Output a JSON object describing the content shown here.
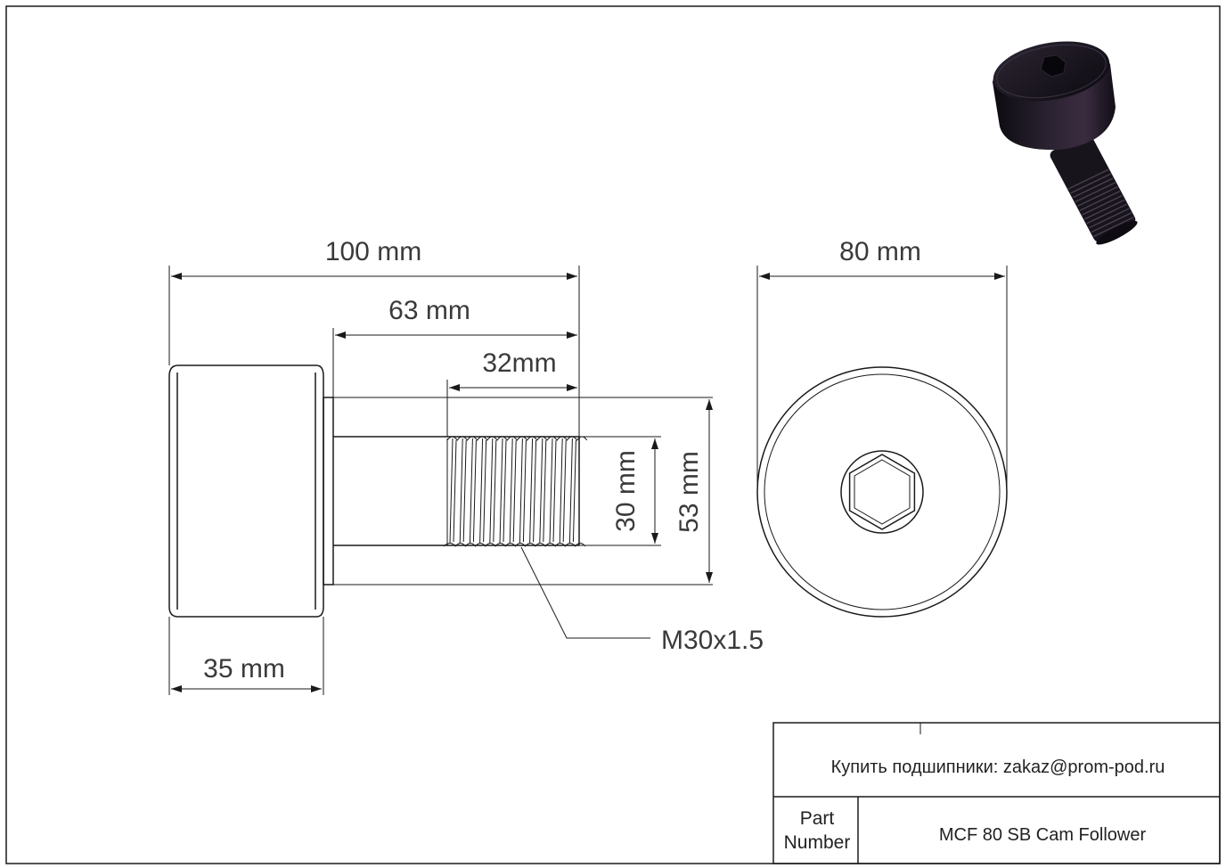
{
  "dimensions": {
    "overall_length": "100 mm",
    "stud_length": "63 mm",
    "thread_length": "32mm",
    "roller_width": "35 mm",
    "outer_diameter": "80 mm",
    "stud_diameter": "30 mm",
    "flange_diameter": "53 mm",
    "thread_spec": "M30x1.5"
  },
  "title_block": {
    "buy_text": "Купить подшипники: zakaz@prom-pod.ru",
    "part_label_line1": "Part",
    "part_label_line2": "Number",
    "part_number": "MCF 80 SB Cam Follower"
  },
  "colors": {
    "line": "#1a1a1a",
    "dimension_text": "#3a3a3a",
    "product_body": "#1c1620"
  },
  "icons": {
    "product_image": "cam-follower-3d-render",
    "hex_socket": "hex-socket-icon"
  }
}
